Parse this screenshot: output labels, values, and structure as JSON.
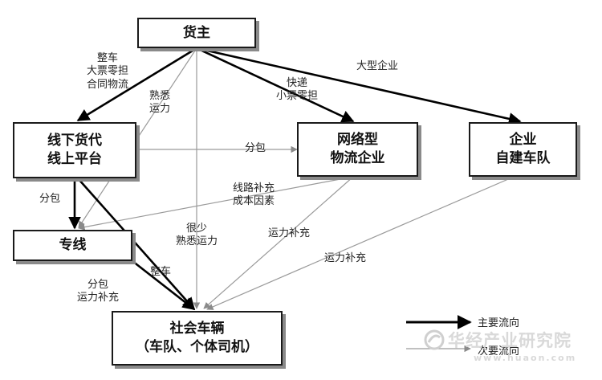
{
  "nodes": {
    "shipper": "货主",
    "offline_agent": "线下货代\n线上平台",
    "network_logistics": "网络型\n物流企业",
    "own_fleet": "企业\n自建车队",
    "dedicated_line": "专线",
    "social_vehicles": "社会车辆\n（车队、个体司机）"
  },
  "edge_labels": {
    "shipper_to_agent": "整车\n大票零担\n合同物流",
    "familiar_capacity": "熟悉\n运力",
    "express": "快递\n小票零担",
    "large_enterprise": "大型企业",
    "agent_to_network": "分包",
    "agent_to_line": "分包",
    "route_supplement": "线路补充\n成本因素",
    "rarely_familiar": "很少\n熟悉运力",
    "network_capacity": "运力补充",
    "fleet_capacity": "运力补充",
    "full_truck": "整车",
    "line_to_social": "分包\n运力补充"
  },
  "legend": {
    "main_flow": "主要流向",
    "secondary_flow": "次要流向"
  },
  "watermark": {
    "title": "华经产业研究院",
    "url": "www.huaon.com"
  },
  "colors": {
    "main_line": "#000000",
    "secondary_line": "#9a9a9a",
    "watermark_logo": "#cfcfcf"
  }
}
